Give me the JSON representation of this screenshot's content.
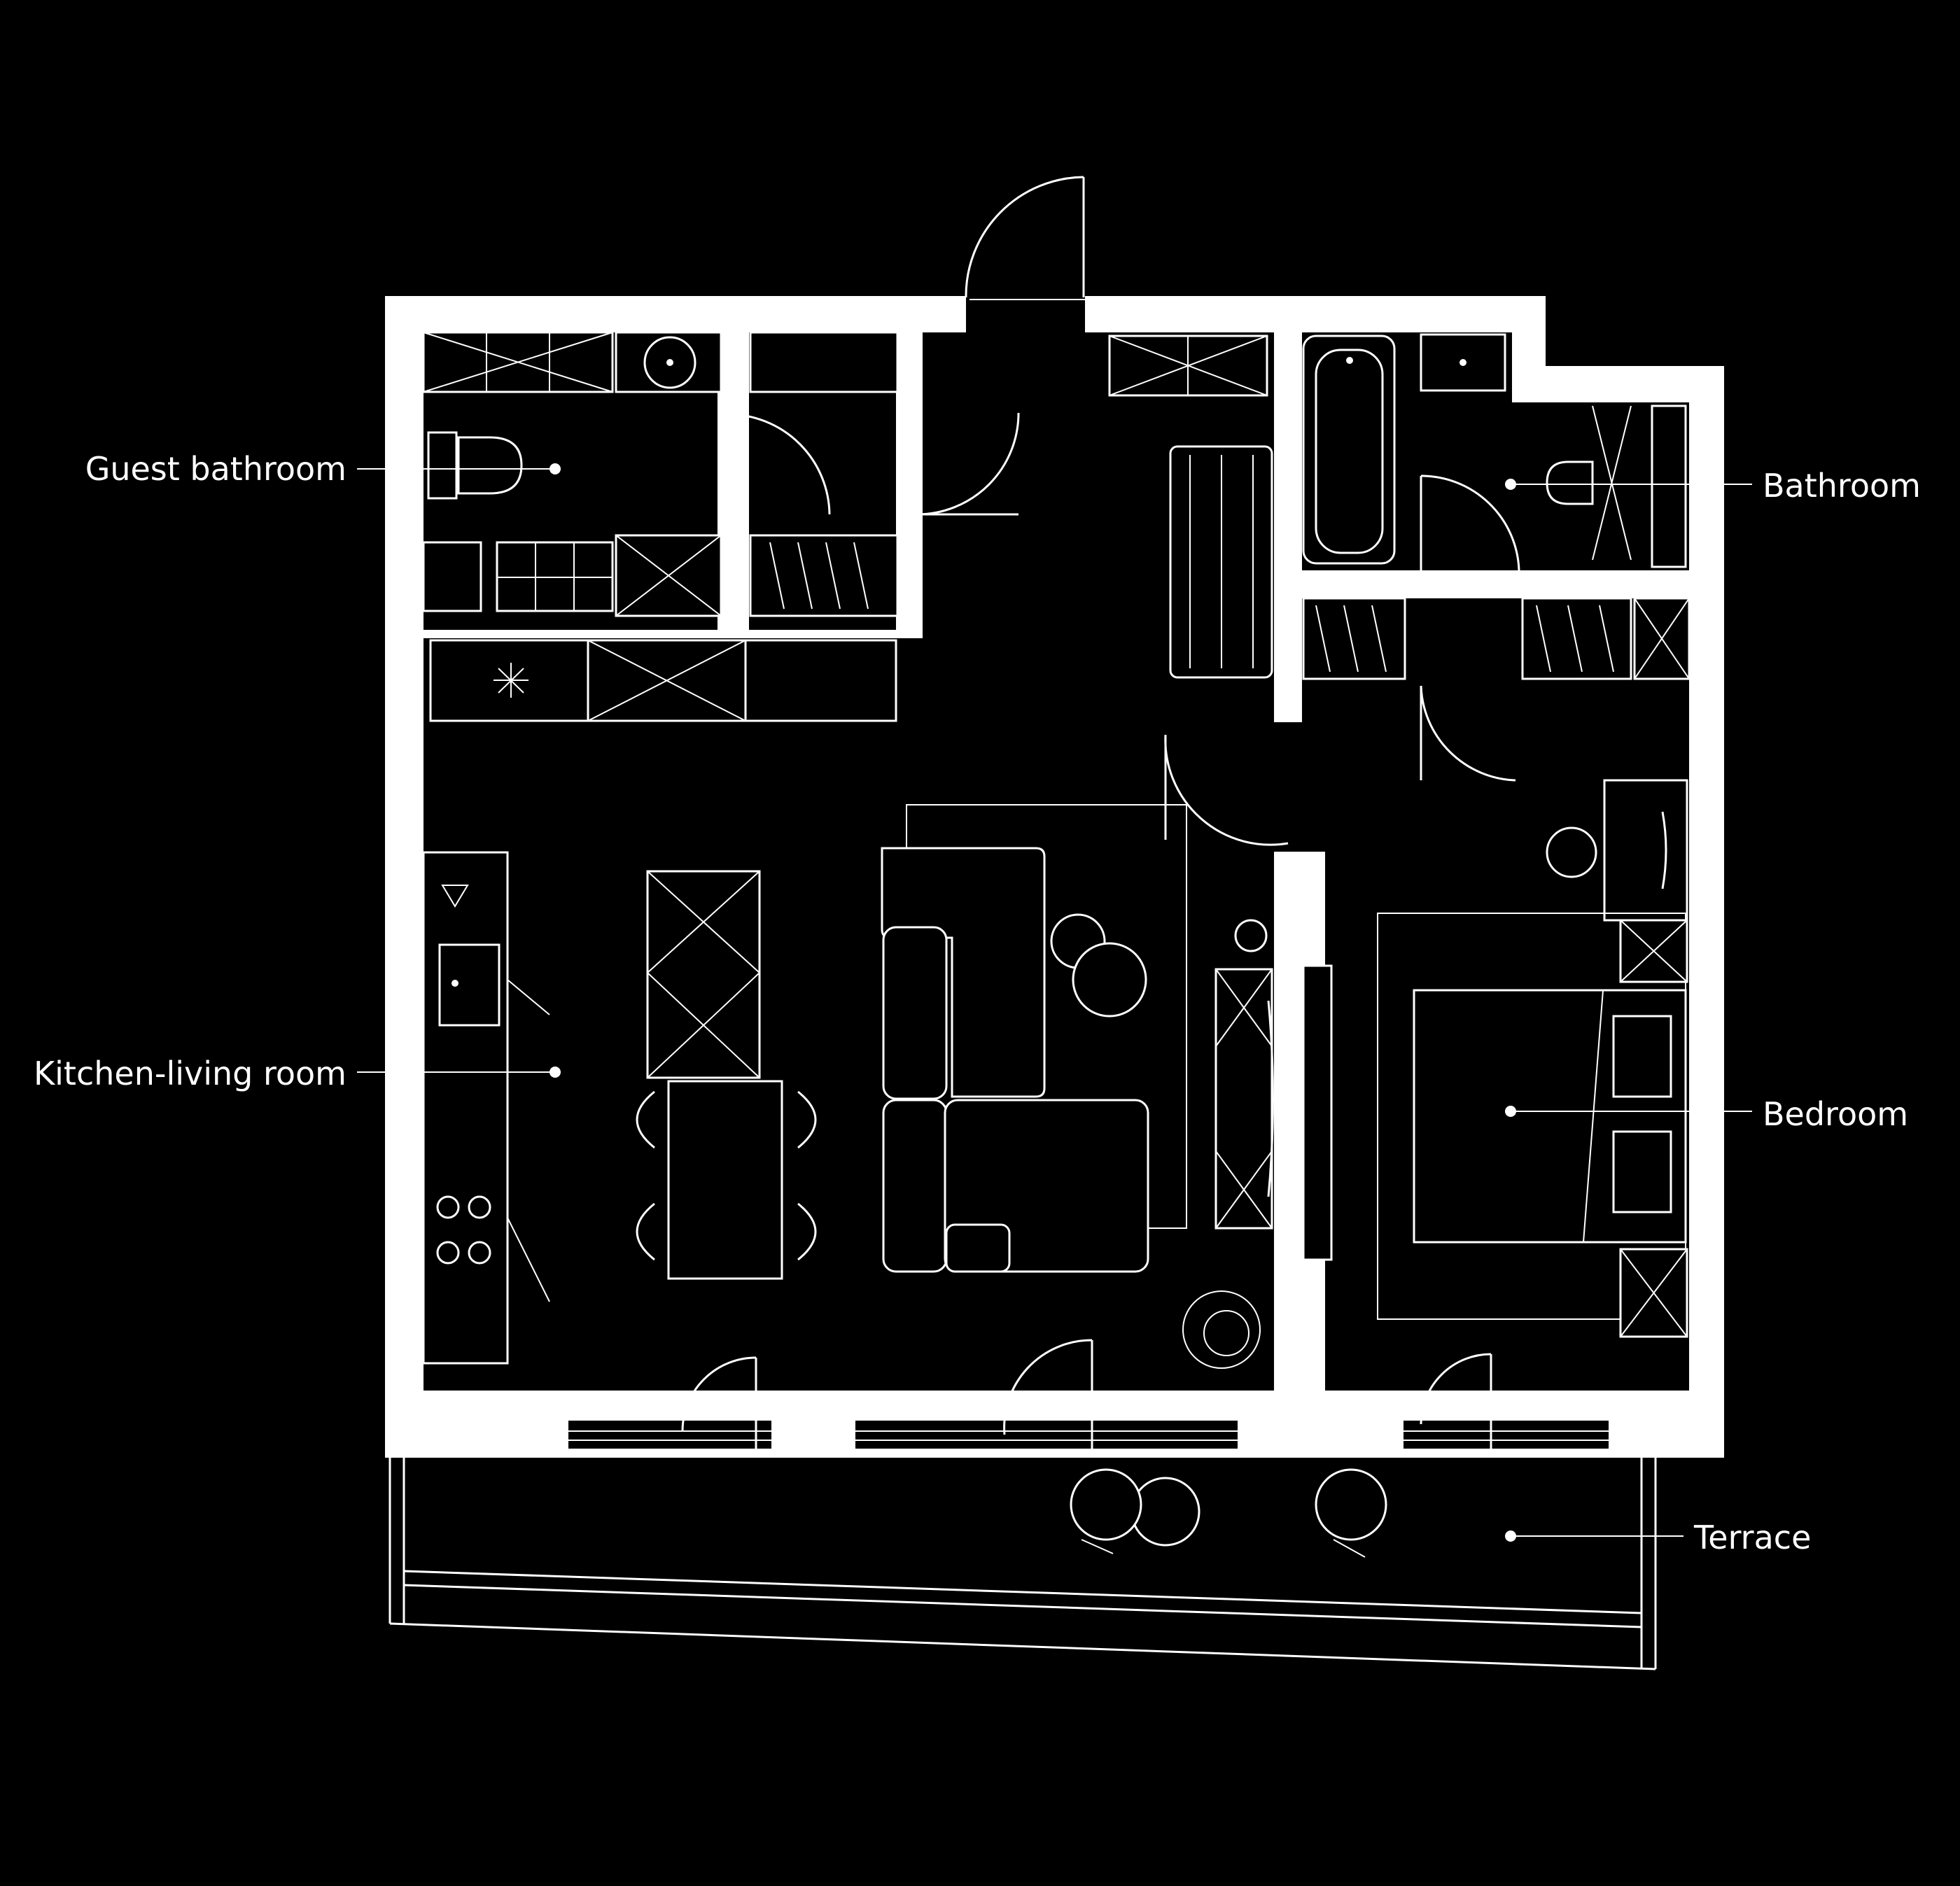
{
  "rooms": [
    {
      "id": "guest-bathroom",
      "label": "Guest bathroom",
      "side": "left"
    },
    {
      "id": "kitchen-living-room",
      "label": "Kitchen-living room",
      "side": "left"
    },
    {
      "id": "bathroom",
      "label": "Bathroom",
      "side": "right"
    },
    {
      "id": "bedroom",
      "label": "Bedroom",
      "side": "right"
    },
    {
      "id": "terrace",
      "label": "Terrace",
      "side": "right"
    }
  ],
  "colors": {
    "background": "#000000",
    "lines": "#ffffff"
  }
}
